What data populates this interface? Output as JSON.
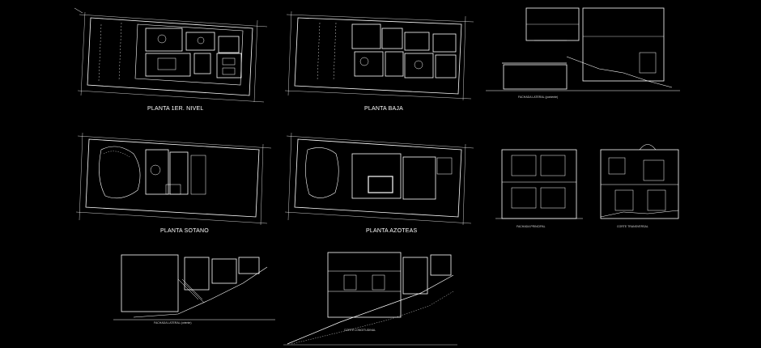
{
  "drawing": {
    "background_color": "#000000",
    "line_color": "#ffffff",
    "plans": [
      {
        "id": "planta-1er-nivel",
        "label": "PLANTA 1ER. NIVEL"
      },
      {
        "id": "planta-baja",
        "label": "PLANTA BAJA"
      },
      {
        "id": "planta-sotano",
        "label": "PLANTA SOTANO"
      },
      {
        "id": "planta-azoteas",
        "label": "PLANTA AZOTEAS"
      }
    ],
    "sections": [
      {
        "id": "fachada-lateral-top",
        "label": "FACHADA LATERAL (poniente)"
      },
      {
        "id": "fachada-principal",
        "label": "FACHADA PRINCIPAL"
      },
      {
        "id": "corte-transversal",
        "label": "CORTE TRANSVERSAL"
      },
      {
        "id": "fachada-lateral-bottom",
        "label": "FACHADA LATERAL (oriente)"
      },
      {
        "id": "corte-longitudinal",
        "label": "CORTE LONGITUDINAL"
      }
    ]
  }
}
